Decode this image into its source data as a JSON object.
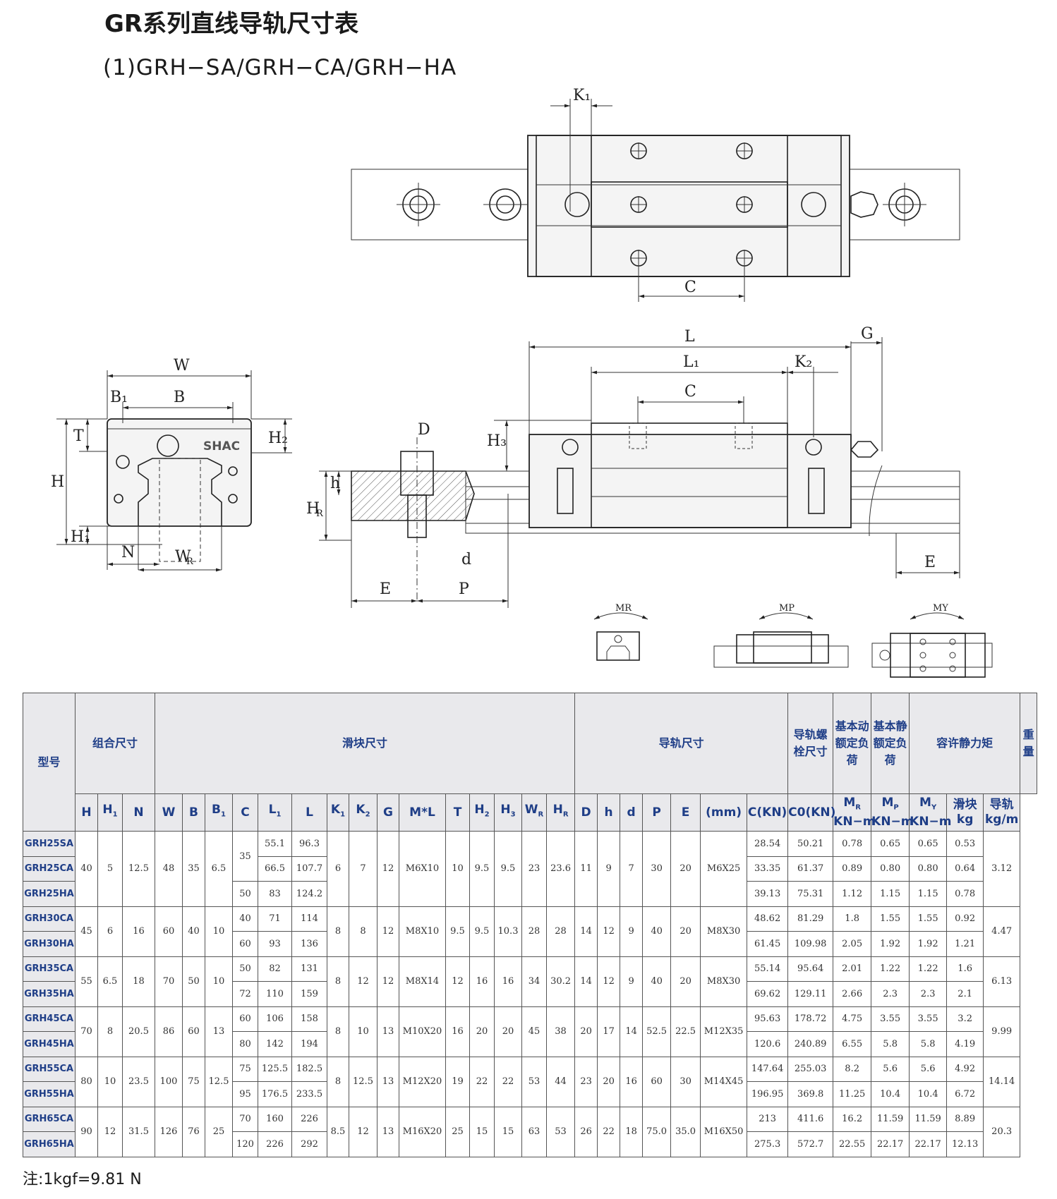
{
  "title": "GR系列直线导轨尺寸表",
  "subtitle": "(1)GRH−SA/GRH−CA/GRH−HA",
  "drawing": {
    "brand": "SHAC",
    "labels": {
      "K1": "K₁",
      "C": "C",
      "L": "L",
      "L1": "L₁",
      "K2": "K₂",
      "G": "G",
      "W": "W",
      "B": "B",
      "B1": "B₁",
      "T": "T",
      "H": "H",
      "H1": "H₁",
      "H2": "H₂",
      "H3": "H₃",
      "N": "N",
      "WR": "W",
      "WR_sub": "R",
      "HR": "H",
      "HR_sub": "R",
      "D": "D",
      "h": "h",
      "d": "d",
      "E": "E",
      "P": "P",
      "MR": "MR",
      "MP": "MP",
      "MY": "MY"
    }
  },
  "table": {
    "group_headers": {
      "model": "型号",
      "combo": "组合尺寸",
      "block": "滑块尺寸",
      "rail": "导轨尺寸",
      "bolt": "导轨螺栓尺寸",
      "dyn": "基本动额定负荷",
      "stat": "基本静额定负荷",
      "moment": "容许静力矩",
      "weight": "重量"
    },
    "sub": {
      "H": "H",
      "H1": "H",
      "H1s": "1",
      "N": "N",
      "W": "W",
      "B": "B",
      "B1": "B",
      "B1s": "1",
      "C": "C",
      "L1": "L",
      "L1s": "1",
      "L": "L",
      "K1": "K",
      "K1s": "1",
      "K2": "K",
      "K2s": "2",
      "G": "G",
      "ML": "M*L",
      "T": "T",
      "H2": "H",
      "H2s": "2",
      "H3": "H",
      "H3s": "3",
      "WR": "W",
      "WRs": "R",
      "HR": "H",
      "HRs": "R",
      "D": "D",
      "h": "h",
      "d": "d",
      "P": "P",
      "E": "E",
      "mm": "(mm)",
      "CKN": "C(KN)",
      "C0KN": "C0(KN)",
      "MR": "M",
      "MRs": "R",
      "MP": "M",
      "MPs": "P",
      "MY": "M",
      "MYs": "Y",
      "kNm": "KN−m",
      "block_w": "滑块",
      "kg": "kg",
      "rail_w": "导轨",
      "kgm": "kg/m"
    },
    "groups": [
      {
        "H": "40",
        "H1": "5",
        "N": "12.5",
        "W": "48",
        "B": "35",
        "B1": "6.5",
        "K1": "6",
        "K2": "7",
        "G": "12",
        "ML": "M6X10",
        "T": "10",
        "H2": "9.5",
        "H3": "9.5",
        "WR": "23",
        "HR": "23.6",
        "D": "11",
        "h": "9",
        "d": "7",
        "P": "30",
        "E": "20",
        "bolt": "M6X25",
        "rail_kg": "3.12",
        "C_merged": "35",
        "rows": [
          {
            "model": "GRH25SA",
            "C": "",
            "L1": "55.1",
            "L": "96.3",
            "Cdyn": "28.54",
            "C0": "50.21",
            "MR": "0.78",
            "MP": "0.65",
            "MY": "0.65",
            "kg": "0.53"
          },
          {
            "model": "GRH25CA",
            "C": "",
            "L1": "66.5",
            "L": "107.7",
            "Cdyn": "33.35",
            "C0": "61.37",
            "MR": "0.89",
            "MP": "0.80",
            "MY": "0.80",
            "kg": "0.64"
          },
          {
            "model": "GRH25HA",
            "C": "50",
            "L1": "83",
            "L": "124.2",
            "Cdyn": "39.13",
            "C0": "75.31",
            "MR": "1.12",
            "MP": "1.15",
            "MY": "1.15",
            "kg": "0.78"
          }
        ]
      },
      {
        "H": "45",
        "H1": "6",
        "N": "16",
        "W": "60",
        "B": "40",
        "B1": "10",
        "K1": "8",
        "K2": "8",
        "G": "12",
        "ML": "M8X10",
        "T": "9.5",
        "H2": "9.5",
        "H3": "10.3",
        "WR": "28",
        "HR": "28",
        "D": "14",
        "h": "12",
        "d": "9",
        "P": "40",
        "E": "20",
        "bolt": "M8X30",
        "rail_kg": "4.47",
        "rows": [
          {
            "model": "GRH30CA",
            "C": "40",
            "L1": "71",
            "L": "114",
            "Cdyn": "48.62",
            "C0": "81.29",
            "MR": "1.8",
            "MP": "1.55",
            "MY": "1.55",
            "kg": "0.92"
          },
          {
            "model": "GRH30HA",
            "C": "60",
            "L1": "93",
            "L": "136",
            "Cdyn": "61.45",
            "C0": "109.98",
            "MR": "2.05",
            "MP": "1.92",
            "MY": "1.92",
            "kg": "1.21"
          }
        ]
      },
      {
        "H": "55",
        "H1": "6.5",
        "N": "18",
        "W": "70",
        "B": "50",
        "B1": "10",
        "K1": "8",
        "K2": "12",
        "G": "12",
        "ML": "M8X14",
        "T": "12",
        "H2": "16",
        "H3": "16",
        "WR": "34",
        "HR": "30.2",
        "D": "14",
        "h": "12",
        "d": "9",
        "P": "40",
        "E": "20",
        "bolt": "M8X30",
        "rail_kg": "6.13",
        "rows": [
          {
            "model": "GRH35CA",
            "C": "50",
            "L1": "82",
            "L": "131",
            "Cdyn": "55.14",
            "C0": "95.64",
            "MR": "2.01",
            "MP": "1.22",
            "MY": "1.22",
            "kg": "1.6"
          },
          {
            "model": "GRH35HA",
            "C": "72",
            "L1": "110",
            "L": "159",
            "Cdyn": "69.62",
            "C0": "129.11",
            "MR": "2.66",
            "MP": "2.3",
            "MY": "2.3",
            "kg": "2.1"
          }
        ]
      },
      {
        "H": "70",
        "H1": "8",
        "N": "20.5",
        "W": "86",
        "B": "60",
        "B1": "13",
        "K1": "8",
        "K2": "10",
        "G": "13",
        "ML": "M10X20",
        "T": "16",
        "H2": "20",
        "H3": "20",
        "WR": "45",
        "HR": "38",
        "D": "20",
        "h": "17",
        "d": "14",
        "P": "52.5",
        "E": "22.5",
        "bolt": "M12X35",
        "rail_kg": "9.99",
        "rows": [
          {
            "model": "GRH45CA",
            "C": "60",
            "L1": "106",
            "L": "158",
            "Cdyn": "95.63",
            "C0": "178.72",
            "MR": "4.75",
            "MP": "3.55",
            "MY": "3.55",
            "kg": "3.2"
          },
          {
            "model": "GRH45HA",
            "C": "80",
            "L1": "142",
            "L": "194",
            "Cdyn": "120.6",
            "C0": "240.89",
            "MR": "6.55",
            "MP": "5.8",
            "MY": "5.8",
            "kg": "4.19"
          }
        ]
      },
      {
        "H": "80",
        "H1": "10",
        "N": "23.5",
        "W": "100",
        "B": "75",
        "B1": "12.5",
        "K1": "8",
        "K2": "12.5",
        "G": "13",
        "ML": "M12X20",
        "T": "19",
        "H2": "22",
        "H3": "22",
        "WR": "53",
        "HR": "44",
        "D": "23",
        "h": "20",
        "d": "16",
        "P": "60",
        "E": "30",
        "bolt": "M14X45",
        "rail_kg": "14.14",
        "rows": [
          {
            "model": "GRH55CA",
            "C": "75",
            "L1": "125.5",
            "L": "182.5",
            "Cdyn": "147.64",
            "C0": "255.03",
            "MR": "8.2",
            "MP": "5.6",
            "MY": "5.6",
            "kg": "4.92"
          },
          {
            "model": "GRH55HA",
            "C": "95",
            "L1": "176.5",
            "L": "233.5",
            "Cdyn": "196.95",
            "C0": "369.8",
            "MR": "11.25",
            "MP": "10.4",
            "MY": "10.4",
            "kg": "6.72"
          }
        ]
      },
      {
        "H": "90",
        "H1": "12",
        "N": "31.5",
        "W": "126",
        "B": "76",
        "B1": "25",
        "K1": "8.5",
        "K2": "12",
        "G": "13",
        "ML": "M16X20",
        "T": "25",
        "H2": "15",
        "H3": "15",
        "WR": "63",
        "HR": "53",
        "D": "26",
        "h": "22",
        "d": "18",
        "P": "75.0",
        "E": "35.0",
        "bolt": "M16X50",
        "rail_kg": "20.3",
        "rows": [
          {
            "model": "GRH65CA",
            "C": "70",
            "L1": "160",
            "L": "226",
            "Cdyn": "213",
            "C0": "411.6",
            "MR": "16.2",
            "MP": "11.59",
            "MY": "11.59",
            "kg": "8.89"
          },
          {
            "model": "GRH65HA",
            "C": "120",
            "L1": "226",
            "L": "292",
            "Cdyn": "275.3",
            "C0": "572.7",
            "MR": "22.55",
            "MP": "22.17",
            "MY": "22.17",
            "kg": "12.13"
          }
        ]
      }
    ]
  },
  "note": "注:1kgf=9.81 N"
}
